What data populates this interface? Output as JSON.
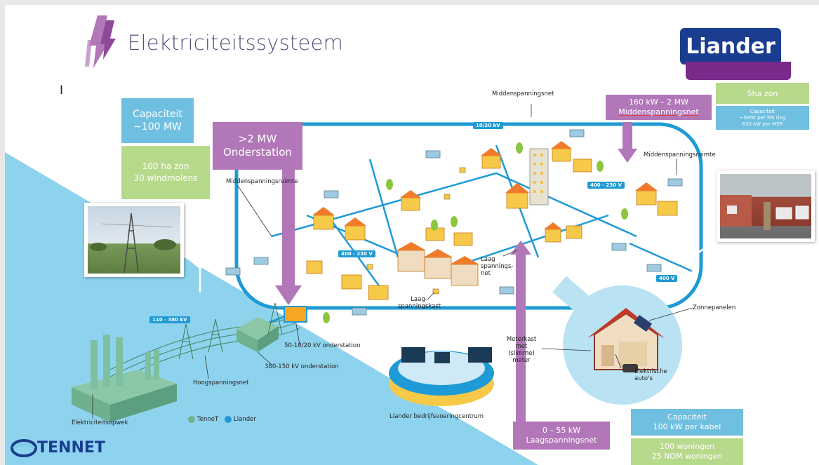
{
  "title": "Elektriciteitssysteem",
  "cursor_mark": "I",
  "logos": {
    "liander": "Liander",
    "tennet": "TENNET"
  },
  "colors": {
    "liander_blue": "#1b3d8f",
    "liander_purple": "#7a2a8a",
    "title_purple": "#5b4a7a",
    "box_blue": "#6fbfe0",
    "box_green": "#b7d98b",
    "box_purple": "#b277b8",
    "water_blue": "#8ed3ee",
    "network_blue": "#1e9ad6"
  },
  "boxes": {
    "capaciteit_100mw": {
      "line1": "Capaciteit",
      "line2": "~100 MW"
    },
    "zon_wind": {
      "line1": "100 ha zon",
      "line2": "30 windmolens"
    },
    "onderstation": {
      "line1": ">2 MW",
      "line2": "Onderstation"
    },
    "msn": {
      "line1": "160 kW – 2 MW",
      "line2": "Middenspanningsnet"
    },
    "zon_5ha": {
      "text": "5ha zon"
    },
    "capaciteit_ms": {
      "line1": "Capaciteit",
      "line2": "~5MW per MS ring",
      "line3": "630 kW per MSR"
    },
    "lsn": {
      "line1": "0 – 55 kW",
      "line2": "Laagspanningsnet"
    },
    "capaciteit_kabel": {
      "line1": "Capaciteit",
      "line2": "100 kW per kabel"
    },
    "woningen": {
      "line1": "100 woningen",
      "line2": "25 NOM woningen"
    }
  },
  "diagram_labels": {
    "middenspanningsnet": "Middenspanningsnet",
    "msr_left": "Middenspanningsruimte",
    "msr_right": "Middenspanningsruimte",
    "laagspanningsnet": "Laag spannings- net",
    "laagspanningskast": "Laag- spanningskast",
    "onderstation_50": "50-10/20 kV onderstation",
    "onderstation_380": "380-150 kV onderstation",
    "hoogspanningsnet": "Hoogspanningsnet",
    "opwek": "Elektriciteitsopwek",
    "bvc": "Liander bedrijfsvoeringcentrum",
    "zonnepanelen": "Zonnepanelen",
    "meterkast": "Meterkast met (slimme) meter",
    "ev": "Elektrische auto's",
    "legend_tennet": "TenneT",
    "legend_liander": "Liander"
  },
  "voltage_tags": {
    "v1020": "10/20 kV",
    "v400_left": "400 - 230 V",
    "v400_right": "400 - 230 V",
    "v400": "400 V",
    "v110": "110 - 380 kV"
  }
}
